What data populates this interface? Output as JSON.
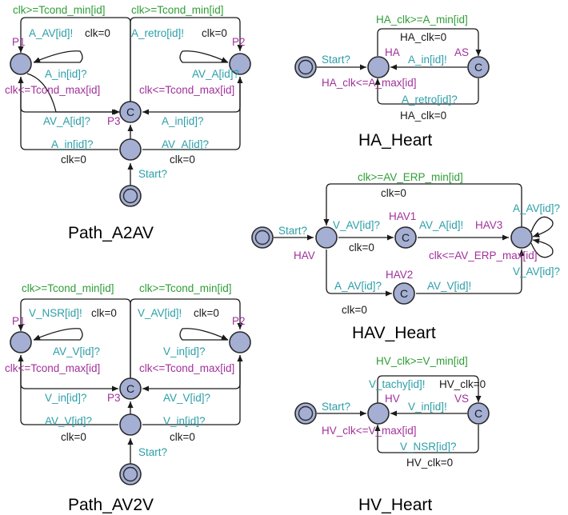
{
  "colors": {
    "guard": "#2e9e36",
    "sync": "#2b9fa8",
    "assign": "#1a1a1a",
    "invariant": "#a2309b",
    "node": "#a4afd3"
  },
  "path_a2av": {
    "title": "Path_A2AV",
    "guard_left": "clk>=Tcond_min[id]",
    "guard_right": "clk>=Tcond_min[id]",
    "sync_top_left": "A_AV[id]!",
    "assign_top_left": "clk=0",
    "sync_top_right": "A_retro[id]!",
    "assign_top_right": "clk=0",
    "name_p1": "P1",
    "name_p2": "P2",
    "name_p3": "P3",
    "committed": "C",
    "sync_in_left": "A_in[id]?",
    "inv_left": "clk<=Tcond_max[id]",
    "sync_in_right": "AV_A[id]?",
    "inv_right": "clk<=Tcond_max[id]",
    "sync_mid_left": "AV_A[id]?",
    "sync_mid_right": "A_in[id]?",
    "sync_low_left": "A_in[id]?",
    "assign_low_left": "clk=0",
    "sync_low_right": "AV_A[id]?",
    "assign_low_right": "clk=0",
    "start": "Start?"
  },
  "path_av2v": {
    "title": "Path_AV2V",
    "guard_left": "clk>=Tcond_min[id]",
    "guard_right": "clk>=Tcond_min[id]",
    "sync_top_left": "V_NSR[id]!",
    "assign_top_left": "clk=0",
    "sync_top_right": "V_AV[id]!",
    "assign_top_right": "clk=0",
    "name_p1": "P1",
    "name_p2": "P2",
    "name_p3": "P3",
    "committed": "C",
    "sync_in_left": "AV_V[id]?",
    "inv_left": "clk<=Tcond_max[id]",
    "sync_in_right": "V_in[id]?",
    "inv_right": "clk<=Tcond_max[id]",
    "sync_mid_left": "V_in[id]?",
    "sync_mid_right": "AV_V[id]?",
    "sync_low_left": "AV_V[id]?",
    "assign_low_left": "clk=0",
    "sync_low_right": "V_in[id]?",
    "assign_low_right": "clk=0",
    "start": "Start?"
  },
  "ha_heart": {
    "title": "HA_Heart",
    "guard_top": "HA_clk>=A_min[id]",
    "assign_top": "HA_clk=0",
    "name_ha": "HA",
    "name_as": "AS",
    "committed": "C",
    "sync_mid": "A_in[id]!",
    "start": "Start?",
    "inv": "HA_clk<=A_max[id]",
    "sync_bottom": "A_retro[id]?",
    "assign_bottom": "HA_clk=0"
  },
  "hav_heart": {
    "title": "HAV_Heart",
    "guard_top": "clk>=AV_ERP_min[id]",
    "assign_top": "clk=0",
    "start": "Start?",
    "name_hav": "HAV",
    "sync_1": "V_AV[id]?",
    "assign_1": "clk=0",
    "name_hav1": "HAV1",
    "sync_2": "AV_A[id]!",
    "name_hav3": "HAV3",
    "sync_loop_top": "A_AV[id]?",
    "inv_hav3": "clk<=AV_ERP_max[id]",
    "sync_loop_bottom": "V_AV[id]?",
    "name_hav2": "HAV2",
    "sync_low": "A_AV[id]?",
    "assign_low": "clk=0",
    "sync_low_2": "AV_V[id]!",
    "committed": "C"
  },
  "hv_heart": {
    "title": "HV_Heart",
    "guard_top": "HV_clk>=V_min[id]",
    "sync_top": "V_tachy[id]!",
    "assign_top": "HV_clk=0",
    "name_hv": "HV",
    "name_vs": "VS",
    "committed": "C",
    "sync_mid": "V_in[id]!",
    "start": "Start?",
    "inv": "HV_clk<=V_max[id]",
    "sync_bottom": "V_NSR[id]?",
    "assign_bottom": "HV_clk=0"
  }
}
